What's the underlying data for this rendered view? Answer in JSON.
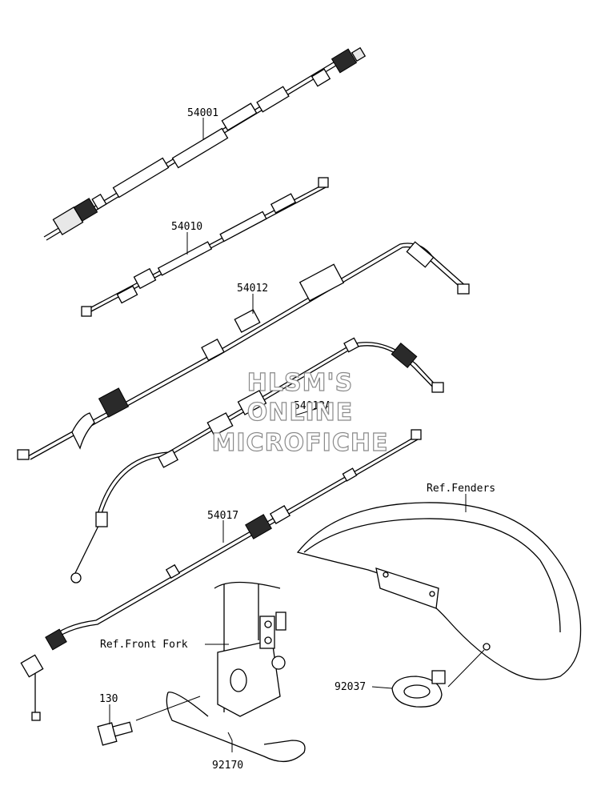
{
  "watermark": [
    "HLSM'S",
    "ONLINE",
    "MICROFICHE"
  ],
  "labels": {
    "p54001": "54001",
    "p54010": "54010",
    "p54012": "54012",
    "p54012a": "54012A",
    "p54017": "54017",
    "ref_fenders": "Ref.Fenders",
    "ref_front_fork": "Ref.Front Fork",
    "p92037": "92037",
    "p130": "130",
    "p92170": "92170"
  }
}
